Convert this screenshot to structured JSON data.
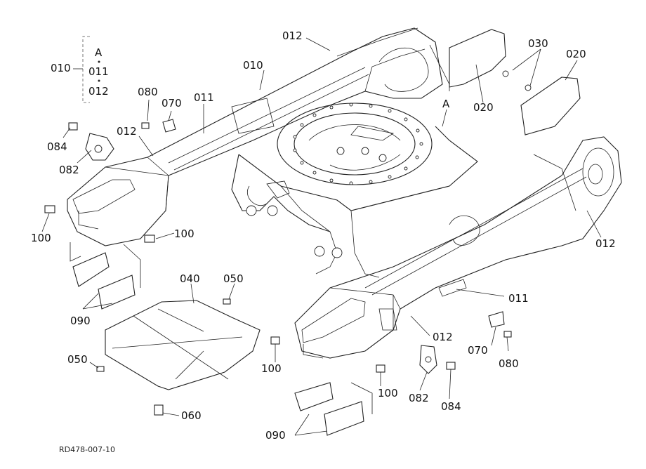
{
  "figure": {
    "ref_code": "RD478-007-10"
  },
  "legend": {
    "top": "A",
    "mid": "011",
    "bot": "012",
    "group": "010"
  },
  "callouts": [
    {
      "id": "c010-legend",
      "text": "010"
    },
    {
      "id": "c012-top",
      "text": "012"
    },
    {
      "id": "c010-frame",
      "text": "010"
    },
    {
      "id": "c030",
      "text": "030"
    },
    {
      "id": "c020-right",
      "text": "020"
    },
    {
      "id": "c020-mid",
      "text": "020"
    },
    {
      "id": "c080-top",
      "text": "080"
    },
    {
      "id": "c070-top",
      "text": "070"
    },
    {
      "id": "c011-top",
      "text": "011"
    },
    {
      "id": "cA",
      "text": "A"
    },
    {
      "id": "c084-left",
      "text": "084"
    },
    {
      "id": "c012-left",
      "text": "012"
    },
    {
      "id": "c082-left",
      "text": "082"
    },
    {
      "id": "c100-left",
      "text": "100"
    },
    {
      "id": "c100-leftmid",
      "text": "100"
    },
    {
      "id": "c012-right",
      "text": "012"
    },
    {
      "id": "c040",
      "text": "040"
    },
    {
      "id": "c050-top",
      "text": "050"
    },
    {
      "id": "c011-right",
      "text": "011"
    },
    {
      "id": "c090-left",
      "text": "090"
    },
    {
      "id": "c012-bottom",
      "text": "012"
    },
    {
      "id": "c050-left",
      "text": "050"
    },
    {
      "id": "c070-right",
      "text": "070"
    },
    {
      "id": "c080-right",
      "text": "080"
    },
    {
      "id": "c100-bottom",
      "text": "100"
    },
    {
      "id": "c100-bottom2",
      "text": "100"
    },
    {
      "id": "c082-right",
      "text": "082"
    },
    {
      "id": "c084-right",
      "text": "084"
    },
    {
      "id": "c060",
      "text": "060"
    },
    {
      "id": "c090-bottom",
      "text": "090"
    }
  ]
}
